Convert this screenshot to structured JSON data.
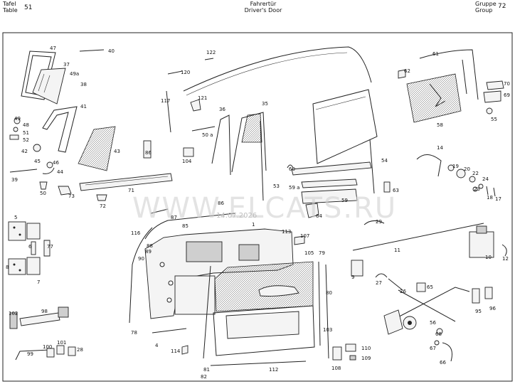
{
  "header": {
    "tafel_label": "Tafel",
    "table_label": "Table",
    "table_number": "51",
    "title_de": "Fahrertür",
    "title_en": "Driver's Door",
    "gruppe_label": "Gruppe",
    "group_label": "Group",
    "group_number": "72"
  },
  "watermark": {
    "site": "WWW.ELCATS.RU",
    "date": "14.07.2026"
  },
  "part_numbers": {
    "p47": "47",
    "p40": "40",
    "p37": "37",
    "p49a": "49a",
    "p38": "38",
    "p41": "41",
    "p49": "49",
    "p48": "48",
    "p51": "51",
    "p52": "52",
    "p42": "42",
    "p43": "43",
    "p45": "45",
    "p46": "46",
    "p44": "44",
    "p39": "39",
    "p50": "50",
    "p73": "73",
    "p72": "72",
    "p71": "71",
    "p86a": "86",
    "p5": "5",
    "p6": "6",
    "p77": "77",
    "p8": "8",
    "p7": "7",
    "p102": "102",
    "p98": "98",
    "p99": "99",
    "p100": "100",
    "p101": "101",
    "p28": "28",
    "p122": "122",
    "p120": "120",
    "p117": "117",
    "p121": "121",
    "p36": "36",
    "p35": "35",
    "p50a": "50 a",
    "p104": "104",
    "p60": "60",
    "p59a": "59 a",
    "p53": "53",
    "p86b": "86",
    "p87": "87",
    "p85": "85",
    "p116": "116",
    "p88": "88",
    "p89": "89",
    "p90": "90",
    "p1": "1",
    "p113": "113",
    "p107": "107",
    "p105": "105",
    "p79": "79",
    "p80": "80",
    "p103": "103",
    "p78": "78",
    "p4": "4",
    "p114": "114",
    "p81": "81",
    "p82": "82",
    "p112": "112",
    "p108": "108",
    "p110": "110",
    "p109": "109",
    "p61": "61",
    "p62": "62",
    "p70": "70",
    "p69": "69",
    "p55": "55",
    "p58": "58",
    "p54": "54",
    "p63": "63",
    "p59": "59",
    "p64": "64",
    "p29": "29",
    "p14": "14",
    "p19": "19",
    "p20": "20",
    "p22": "22",
    "p24": "24",
    "p23": "23",
    "p18": "18",
    "p17": "17",
    "p11": "11",
    "p10": "10",
    "p12": "12",
    "p9": "9",
    "p27": "27",
    "p26": "26",
    "p65": "65",
    "p95": "95",
    "p96": "96",
    "p56": "56",
    "p68": "68",
    "p67": "67",
    "p66": "66"
  },
  "colors": {
    "ink": "#222222",
    "paper": "#ffffff",
    "watermark": "#d0d0d0"
  }
}
